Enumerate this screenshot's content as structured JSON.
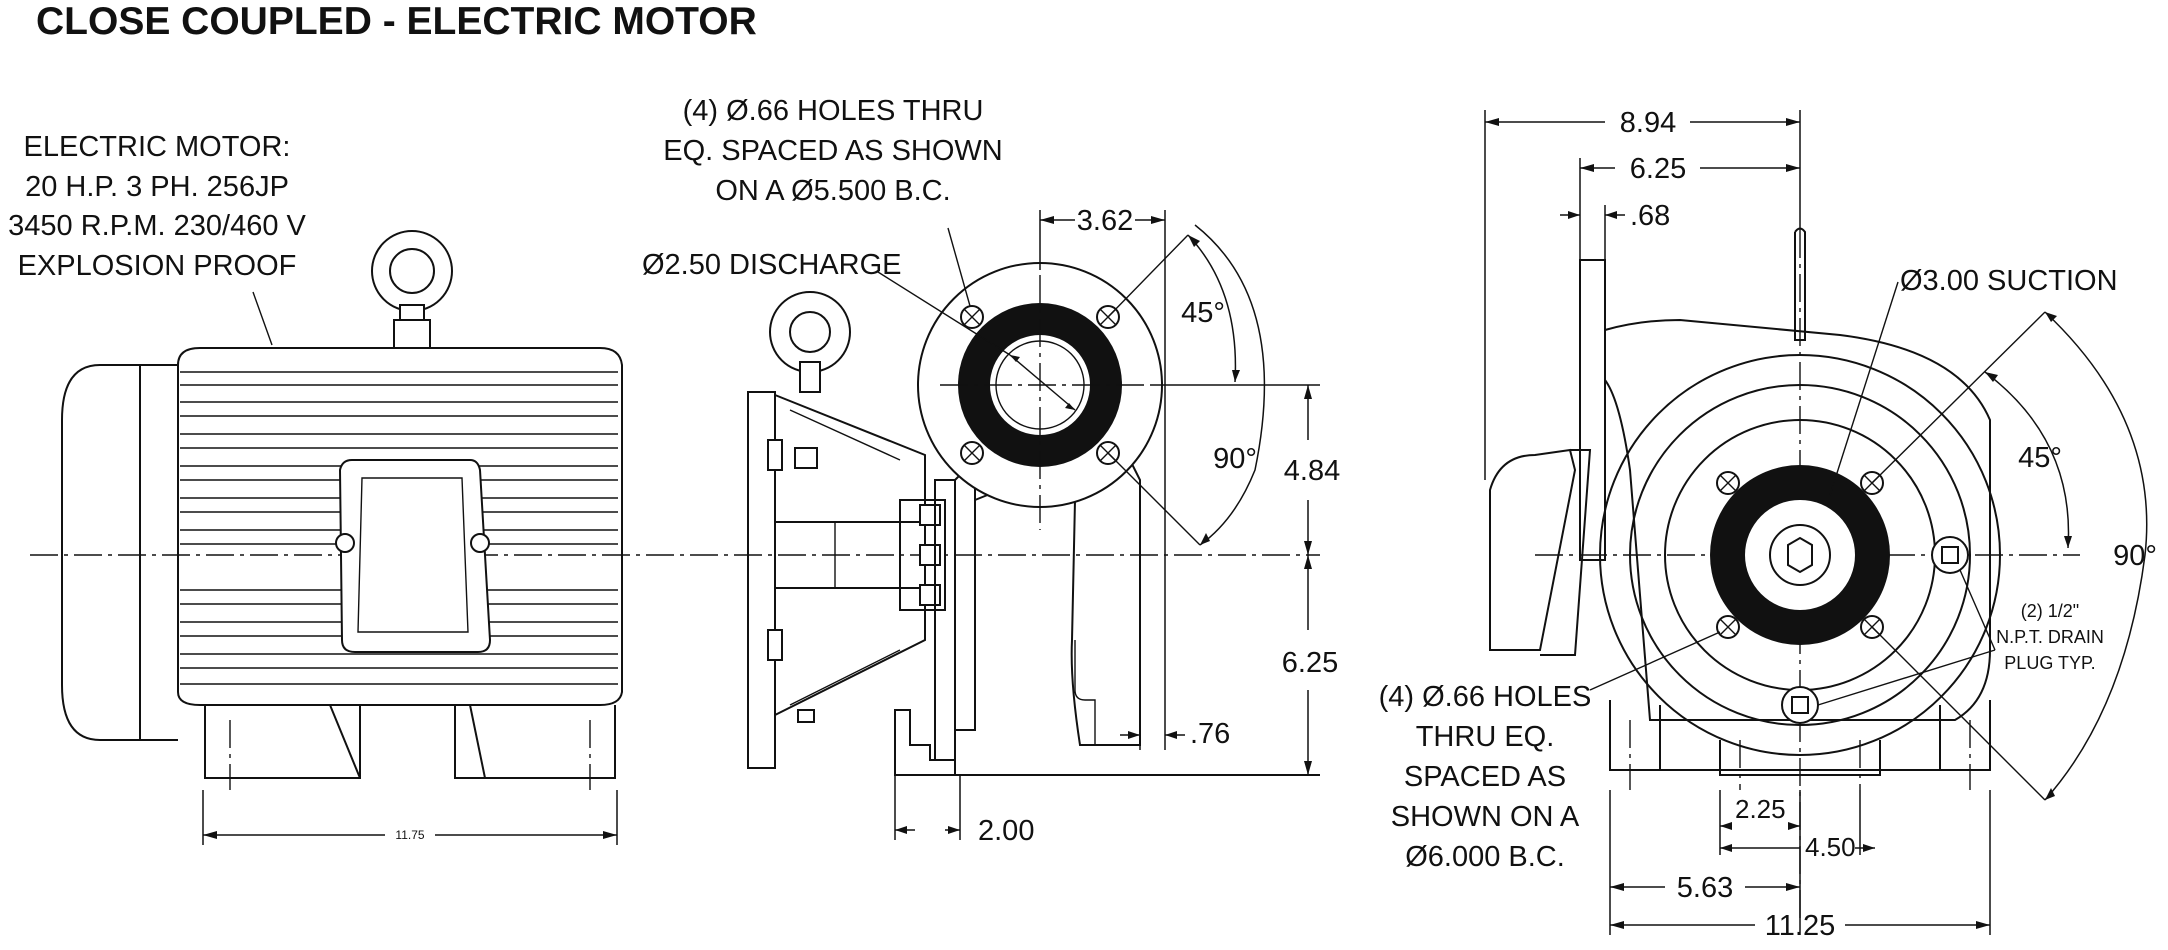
{
  "title": "CLOSE COUPLED - ELECTRIC MOTOR",
  "motor_note": {
    "line1": "ELECTRIC MOTOR:",
    "line2": "20 H.P. 3 PH. 256JP",
    "line3": "3450 R.P.M. 230/460 V",
    "line4": "EXPLOSION PROOF"
  },
  "discharge_holes_note": {
    "line1": "(4) Ø.66 HOLES THRU",
    "line2": "EQ. SPACED AS SHOWN",
    "line3": "ON A Ø5.500 B.C."
  },
  "discharge_label": "Ø2.50 DISCHARGE",
  "suction_label": "Ø3.00 SUCTION",
  "suction_holes_note": {
    "line1": "(4) Ø.66 HOLES",
    "line2": "THRU EQ.",
    "line3": "SPACED AS",
    "line4": "SHOWN ON A",
    "line5": "Ø6.000 B.C."
  },
  "drain_note": {
    "line1": "(2) 1/2\"",
    "line2": "N.P.T. DRAIN",
    "line3": "PLUG TYP."
  },
  "dimensions": {
    "motor_foot": "11.75",
    "discharge_offset": "3.62",
    "discharge_angle_45": "45°",
    "discharge_angle_90": "90°",
    "discharge_height": "4.84",
    "shaft_height": "6.25",
    "foot_thickness": ".76",
    "pump_foot": "2.00",
    "overall_side": "8.94",
    "suction_flange_offset": "6.25",
    "flange_thickness": ".68",
    "suction_angle_45": "45°",
    "suction_angle_90": "90°",
    "base_half_inner": "2.25",
    "base_inner": "4.50",
    "base_half_outer": "5.63",
    "base_outer": "11.25"
  }
}
